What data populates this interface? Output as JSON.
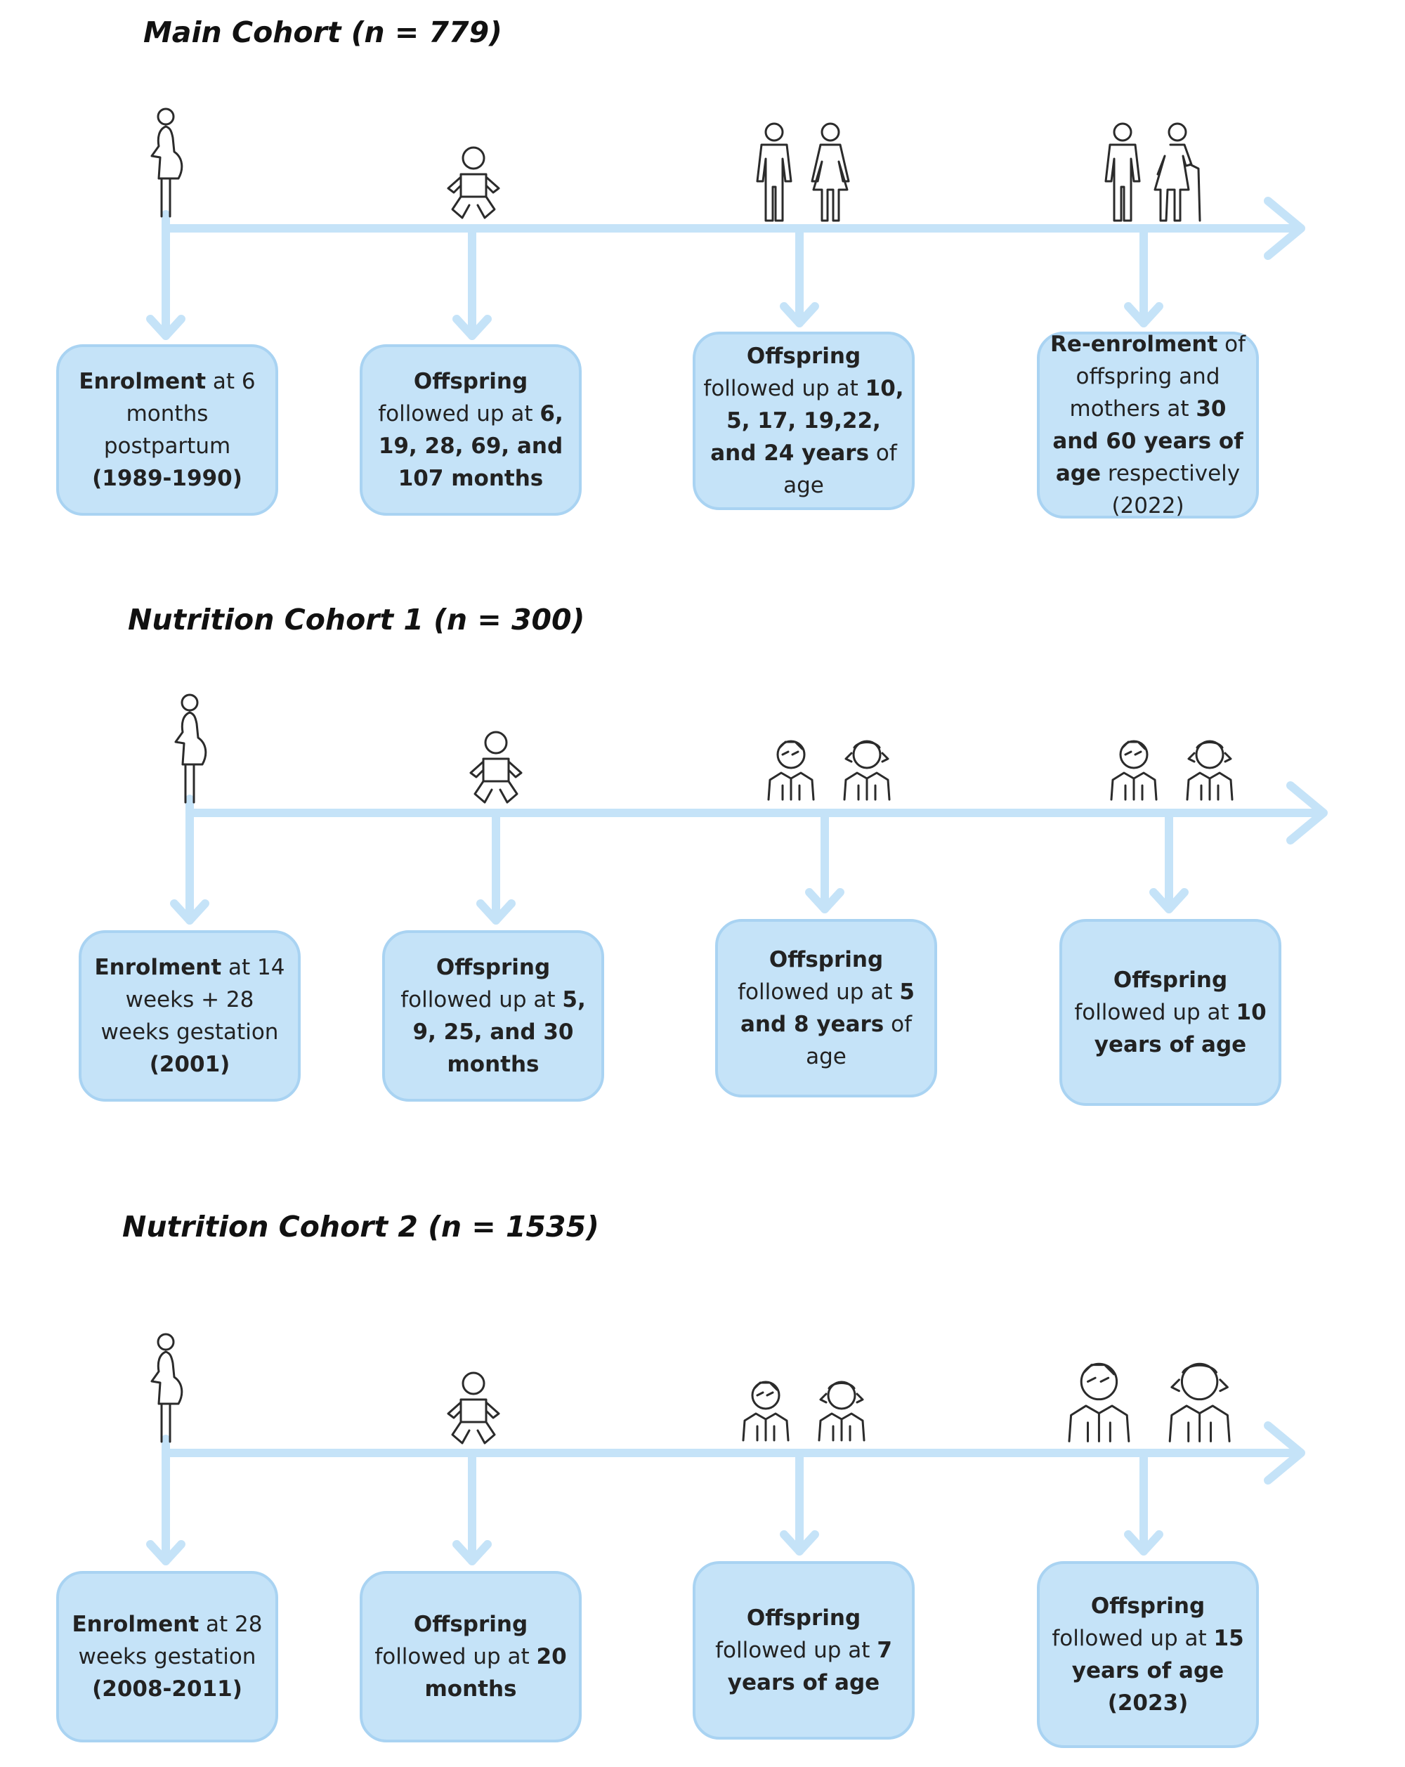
{
  "cohorts": [
    {
      "title": "Main Cohort (n = 779)",
      "stages": [
        {
          "icon": "pregnant-woman-icon",
          "parts": [
            {
              "b": true,
              "t": "Enrolment"
            },
            {
              "b": false,
              "t": " at 6 months postpartum "
            },
            {
              "b": true,
              "t": "(1989-1990)"
            }
          ]
        },
        {
          "icon": "baby-icon",
          "parts": [
            {
              "b": true,
              "t": "Offspring"
            },
            {
              "b": false,
              "t": " followed up at "
            },
            {
              "b": true,
              "t": "6, 19, 28, 69, and 107 months"
            }
          ]
        },
        {
          "icon": "adult-man-woman-icon",
          "parts": [
            {
              "b": true,
              "t": "Offspring"
            },
            {
              "b": false,
              "t": " followed up at "
            },
            {
              "b": true,
              "t": "10, 5, 17, 19,22, and 24 years"
            },
            {
              "b": false,
              "t": " of age"
            }
          ]
        },
        {
          "icon": "man-elderly-woman-icon",
          "parts": [
            {
              "b": true,
              "t": "Re-enrolment"
            },
            {
              "b": false,
              "t": " of offspring and mothers at "
            },
            {
              "b": true,
              "t": "30 and 60 years of age"
            },
            {
              "b": false,
              "t": " respectively (2022)"
            }
          ]
        }
      ]
    },
    {
      "title": "Nutrition Cohort 1 (n = 300)",
      "stages": [
        {
          "icon": "pregnant-woman-icon",
          "parts": [
            {
              "b": true,
              "t": "Enrolment"
            },
            {
              "b": false,
              "t": " at 14 weeks + 28 weeks gestation "
            },
            {
              "b": true,
              "t": "(2001)"
            }
          ]
        },
        {
          "icon": "baby-icon",
          "parts": [
            {
              "b": true,
              "t": "Offspring"
            },
            {
              "b": false,
              "t": " followed up at "
            },
            {
              "b": true,
              "t": "5, 9, 25, and 30 months"
            }
          ]
        },
        {
          "icon": "boy-girl-icon",
          "parts": [
            {
              "b": true,
              "t": "Offspring"
            },
            {
              "b": false,
              "t": " followed up at "
            },
            {
              "b": true,
              "t": "5 and 8 years"
            },
            {
              "b": false,
              "t": " of age"
            }
          ]
        },
        {
          "icon": "boy-girl-icon",
          "parts": [
            {
              "b": true,
              "t": "Offspring"
            },
            {
              "b": false,
              "t": " followed up at "
            },
            {
              "b": true,
              "t": "10 years of age"
            }
          ]
        }
      ]
    },
    {
      "title": "Nutrition Cohort 2 (n = 1535)",
      "stages": [
        {
          "icon": "pregnant-woman-icon",
          "parts": [
            {
              "b": true,
              "t": "Enrolment"
            },
            {
              "b": false,
              "t": " at 28 weeks gestation "
            },
            {
              "b": true,
              "t": "(2008-2011)"
            }
          ]
        },
        {
          "icon": "baby-icon",
          "parts": [
            {
              "b": true,
              "t": "Offspring"
            },
            {
              "b": false,
              "t": " followed up at "
            },
            {
              "b": true,
              "t": "20 months"
            }
          ]
        },
        {
          "icon": "boy-girl-icon",
          "parts": [
            {
              "b": true,
              "t": "Offspring"
            },
            {
              "b": false,
              "t": " followed up at "
            },
            {
              "b": true,
              "t": "7 years of age"
            }
          ]
        },
        {
          "icon": "boy-girl-icon",
          "parts": [
            {
              "b": true,
              "t": "Offspring"
            },
            {
              "b": false,
              "t": " followed up at "
            },
            {
              "b": true,
              "t": "15 years of age (2023)"
            }
          ]
        }
      ]
    }
  ],
  "colors": {
    "timeline": "#c5e3f8",
    "box_fill": "#c5e3f8",
    "box_border": "#a9d3f2",
    "icon_stroke": "#2b2b2b",
    "text": "#222222"
  }
}
